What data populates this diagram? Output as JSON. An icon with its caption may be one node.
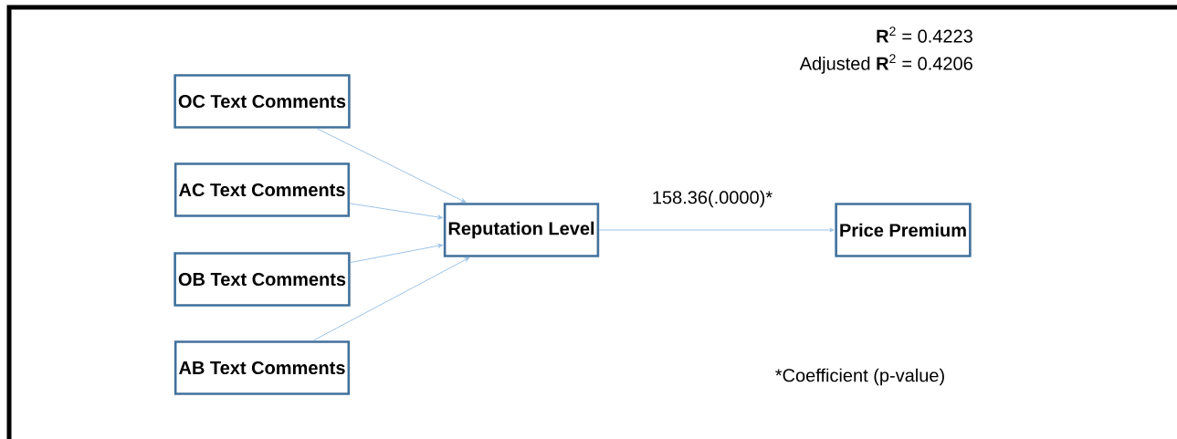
{
  "diagram": {
    "nodes": [
      {
        "text": [
          "OC Text Comments"
        ]
      },
      {
        "text": [
          "AC Text Comments"
        ]
      },
      {
        "text": [
          "OB Text Comments"
        ]
      },
      {
        "text": [
          "AB Text Comments"
        ]
      },
      {
        "text": [
          "Reputation Level"
        ]
      },
      {
        "text": [
          "Price Premium"
        ]
      }
    ],
    "edges": [
      {
        "from": 0,
        "to": 4,
        "arrow": "to"
      },
      {
        "from": 1,
        "to": 4,
        "arrow": "to"
      },
      {
        "from": 2,
        "to": 4,
        "arrow": "to"
      },
      {
        "from": 3,
        "to": 4,
        "arrow": "to"
      },
      {
        "from": 4,
        "to": 5,
        "arrow": "to",
        "label": "158.36(.0000)*"
      }
    ],
    "labels": [
      "**R**$^{2}$ = 0.4223",
      "Adjusted **R**$^{2}$ = 0.4206",
      "*Coefficient (p-value)"
    ]
  }
}
